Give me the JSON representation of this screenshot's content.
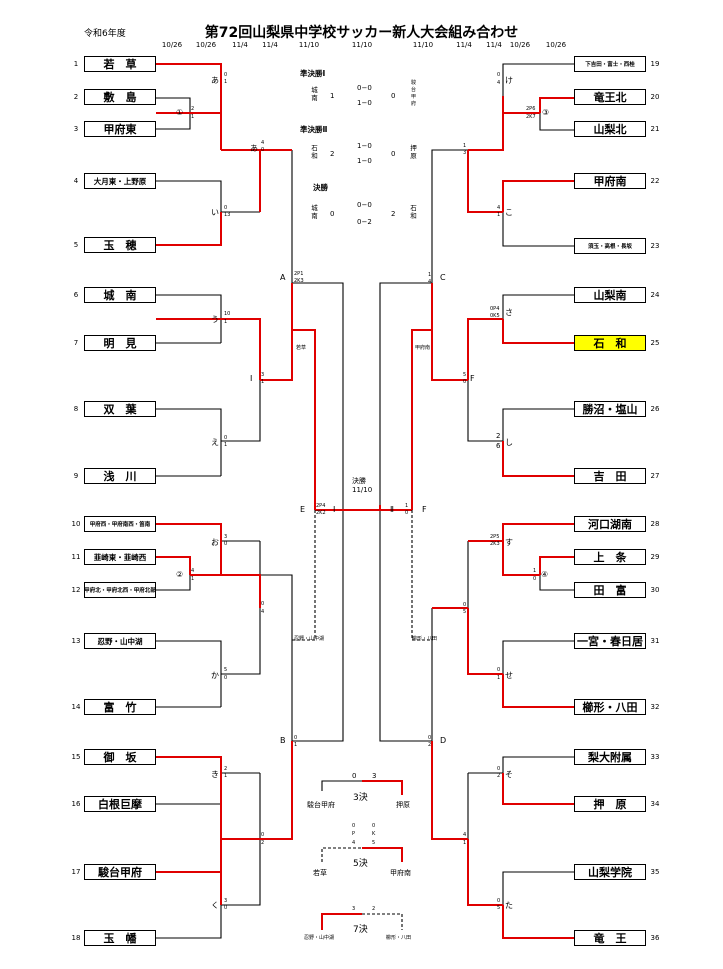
{
  "header": {
    "title": "第72回山梨県中学校サッカー新人大会組み合わせ",
    "reiwa": "令和6年度",
    "dates": [
      "10/26",
      "10/26",
      "11/4",
      "11/4",
      "11/10",
      "11/10",
      "11/10",
      "11/4",
      "11/4",
      "10/26",
      "10/26"
    ]
  },
  "left_teams": [
    {
      "num": "1",
      "name": "若　草"
    },
    {
      "num": "2",
      "name": "敷　島"
    },
    {
      "num": "3",
      "name": "甲府東"
    },
    {
      "num": "4",
      "name": "大月東・上野原"
    },
    {
      "num": "5",
      "name": "玉　穂"
    },
    {
      "num": "6",
      "name": "城　南"
    },
    {
      "num": "7",
      "name": "明　見"
    },
    {
      "num": "8",
      "name": "双　葉"
    },
    {
      "num": "9",
      "name": "浅　川"
    },
    {
      "num": "10",
      "name": "甲府西・甲府南西・笛南"
    },
    {
      "num": "11",
      "name": "韮崎東・韮崎西"
    },
    {
      "num": "12",
      "name": "甲府北・甲府北西・甲府北部"
    },
    {
      "num": "13",
      "name": "忍野・山中湖"
    },
    {
      "num": "14",
      "name": "富　竹"
    },
    {
      "num": "15",
      "name": "御　坂"
    },
    {
      "num": "16",
      "name": "白根巨摩"
    },
    {
      "num": "17",
      "name": "駿台甲府"
    },
    {
      "num": "18",
      "name": "玉　幡"
    }
  ],
  "right_teams": [
    {
      "num": "19",
      "name": "下吉田・富士・西桂"
    },
    {
      "num": "20",
      "name": "竜王北"
    },
    {
      "num": "21",
      "name": "山梨北"
    },
    {
      "num": "22",
      "name": "甲府南"
    },
    {
      "num": "23",
      "name": "須玉・高根・長坂"
    },
    {
      "num": "24",
      "name": "山梨南"
    },
    {
      "num": "25",
      "name": "石　和"
    },
    {
      "num": "26",
      "name": "勝沼・塩山"
    },
    {
      "num": "27",
      "name": "吉　田"
    },
    {
      "num": "28",
      "name": "河口湖南"
    },
    {
      "num": "29",
      "name": "上　条"
    },
    {
      "num": "30",
      "name": "田　富"
    },
    {
      "num": "31",
      "name": "一宮・春日居"
    },
    {
      "num": "32",
      "name": "櫛形・八田"
    },
    {
      "num": "33",
      "name": "梨大附属"
    },
    {
      "num": "34",
      "name": "押　原"
    },
    {
      "num": "35",
      "name": "山梨学院"
    },
    {
      "num": "36",
      "name": "竜　王"
    }
  ],
  "match_labels": {
    "a": "あ",
    "i": "い",
    "u": "う",
    "e": "え",
    "o": "お",
    "ka": "か",
    "ki": "き",
    "ku": "く",
    "ke": "け",
    "ko": "こ",
    "sa": "さ",
    "shi": "し",
    "su": "す",
    "se": "せ",
    "so": "そ",
    "ta": "た",
    "c1": "①",
    "c2": "②",
    "c3": "③",
    "c4": "④",
    "A": "A",
    "B": "B",
    "C": "C",
    "D": "D",
    "E": "E",
    "F": "F",
    "I": "Ⅰ",
    "II": "Ⅱ"
  },
  "scores": {
    "a_t": "0",
    "a_b": "1",
    "c1_t": "2",
    "c1_b": "1",
    "ai_t": "4",
    "ai_b": "0",
    "i_t": "0",
    "i_b": "13",
    "u_t": "10",
    "u_b": "1",
    "e_t": "0",
    "e_b": "1",
    "b_t": "3",
    "b_b": "1",
    "A_t": "2P1",
    "A_b": "2K3",
    "o_t": "3",
    "o_b": "0",
    "c2_t": "4",
    "c2_b": "1",
    "c_t": "0",
    "c_b": "4",
    "ka_t": "5",
    "ka_b": "0",
    "ki_t": "2",
    "ki_b": "1",
    "ku_t": "3",
    "ku_b": "0",
    "d_t": "0",
    "d_b": "2",
    "B_t": "0",
    "B_b": "1",
    "E_t": "2P4",
    "E_b": "2K2",
    "ke_t": "0",
    "ke_b": "4",
    "c3_t": "2P6",
    "c3_b": "2K7",
    "ko_t": "4",
    "ko_b": "1",
    "kk_t": "1",
    "kk_b": "3",
    "C_t": "1",
    "C_b": "4",
    "sa_t": "0P4",
    "sa_b": "0K5",
    "shi_t": "2",
    "shi_b": "6",
    "f_t": "5",
    "f_b": "0",
    "F_t": "1",
    "F_b": "0",
    "su_t": "2P5",
    "su_b": "2K3",
    "c4_t": "1",
    "c4_b": "0",
    "se_t": "0",
    "se_b": "1",
    "ss_t": "0",
    "ss_b": "5",
    "D_t": "0",
    "D_b": "2",
    "so_t": "0",
    "so_b": "2",
    "ta_t": "0",
    "ta_b": "5",
    "h_t": "4",
    "h_b": "1"
  },
  "winners": {
    "E": "若草",
    "F": "甲府南",
    "E_loser": "忍野・山中湖",
    "F_loser": "櫛形・八田"
  },
  "results": {
    "sf1_label": "準決勝Ⅰ",
    "sf1_left": "城南",
    "sf1_s": "1",
    "sf1_a": "0−0",
    "sf1_b": "1−0",
    "sf1_s2": "0",
    "sf1_right": "駿台甲府",
    "sf2_label": "準決勝Ⅱ",
    "sf2_left": "石和",
    "sf2_s": "2",
    "sf2_a": "1−0",
    "sf2_b": "1−0",
    "sf2_s2": "0",
    "sf2_right": "押原",
    "fin_label": "決勝",
    "fin_left": "城南",
    "fin_s": "0",
    "fin_a": "0−0",
    "fin_b": "0−2",
    "fin_s2": "2",
    "fin_right": "石和",
    "final_label": "決勝",
    "final_date": "11/10"
  },
  "placement": {
    "p3_label": "3決",
    "p3_left": "駿台甲府",
    "p3_right": "押原",
    "p3_s1": "0",
    "p3_s2": "3",
    "p5_label": "5決",
    "p5_left": "若草",
    "p5_right": "甲府南",
    "p5_p1": "0",
    "p5_p2": "0",
    "p5_pk_p": "P",
    "p5_pk_k": "K",
    "p5_s1": "4",
    "p5_s2": "5",
    "p7_label": "7決",
    "p7_left": "忍野・山中湖",
    "p7_right": "櫛形・八田",
    "p7_s1": "3",
    "p7_s2": "2"
  },
  "colors": {
    "win": "#e00000",
    "line": "#000000",
    "highlight": "#ffff00"
  }
}
